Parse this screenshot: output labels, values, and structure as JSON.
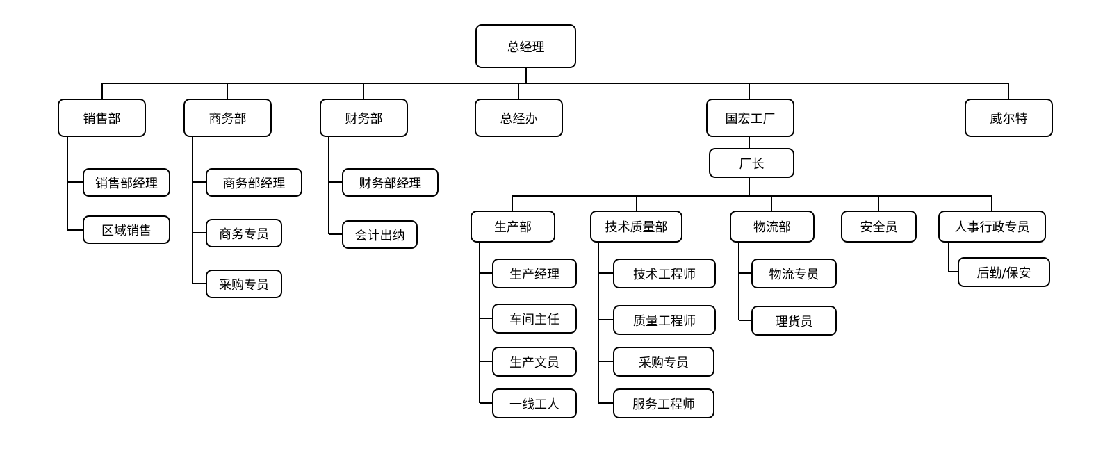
{
  "org": {
    "ceo": "总经理",
    "sales": {
      "label": "销售部",
      "subs": [
        "销售部经理",
        "区域销售"
      ]
    },
    "business": {
      "label": "商务部",
      "subs": [
        "商务部经理",
        "商务专员",
        "采购专员"
      ]
    },
    "finance": {
      "label": "财务部",
      "subs": [
        "财务部经理",
        "会计出纳"
      ]
    },
    "gm_office": {
      "label": "总经办"
    },
    "factory": {
      "label": "国宏工厂",
      "manager": "厂长",
      "production": {
        "label": "生产部",
        "subs": [
          "生产经理",
          "车间主任",
          "生产文员",
          "一线工人"
        ]
      },
      "tech_quality": {
        "label": "技术质量部",
        "subs": [
          "技术工程师",
          "质量工程师",
          "采购专员",
          "服务工程师"
        ]
      },
      "logistics": {
        "label": "物流部",
        "subs": [
          "物流专员",
          "理货员"
        ]
      },
      "safety": {
        "label": "安全员"
      },
      "hr_admin": {
        "label": "人事行政专员",
        "subs": [
          "后勤/保安"
        ]
      }
    },
    "weierte": {
      "label": "威尔特"
    }
  }
}
